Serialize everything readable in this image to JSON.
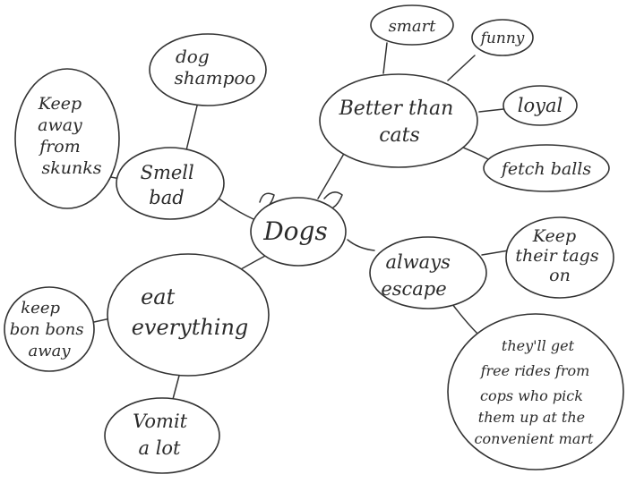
{
  "center": {
    "lines": [
      "Dogs"
    ]
  },
  "branches": [
    {
      "id": "better-than-cats",
      "lines": [
        "Better than",
        "cats"
      ]
    },
    {
      "id": "smart",
      "lines": [
        "smart"
      ]
    },
    {
      "id": "funny",
      "lines": [
        "funny"
      ]
    },
    {
      "id": "loyal",
      "lines": [
        "loyal"
      ]
    },
    {
      "id": "fetch-balls",
      "lines": [
        "fetch balls"
      ]
    },
    {
      "id": "smell-bad",
      "lines": [
        "Smell",
        "bad"
      ]
    },
    {
      "id": "dog-shampoo",
      "lines": [
        "dog",
        "shampoo"
      ]
    },
    {
      "id": "keep-away-from-skunks",
      "lines": [
        "Keep",
        "away",
        "from",
        "skunks"
      ]
    },
    {
      "id": "always-escape",
      "lines": [
        "always",
        "escape"
      ]
    },
    {
      "id": "keep-their-tags-on",
      "lines": [
        "Keep",
        "their tags",
        "on"
      ]
    },
    {
      "id": "free-rides",
      "lines": [
        "they'll get",
        "free rides from",
        "cops who pick",
        "them up at the",
        "convenient mart"
      ]
    },
    {
      "id": "eat-everything",
      "lines": [
        "eat",
        "everything"
      ]
    },
    {
      "id": "keep-bonbons-away",
      "lines": [
        "keep",
        "bon bons",
        "away"
      ]
    },
    {
      "id": "vomit-a-lot",
      "lines": [
        "Vomit",
        "a lot"
      ]
    }
  ]
}
